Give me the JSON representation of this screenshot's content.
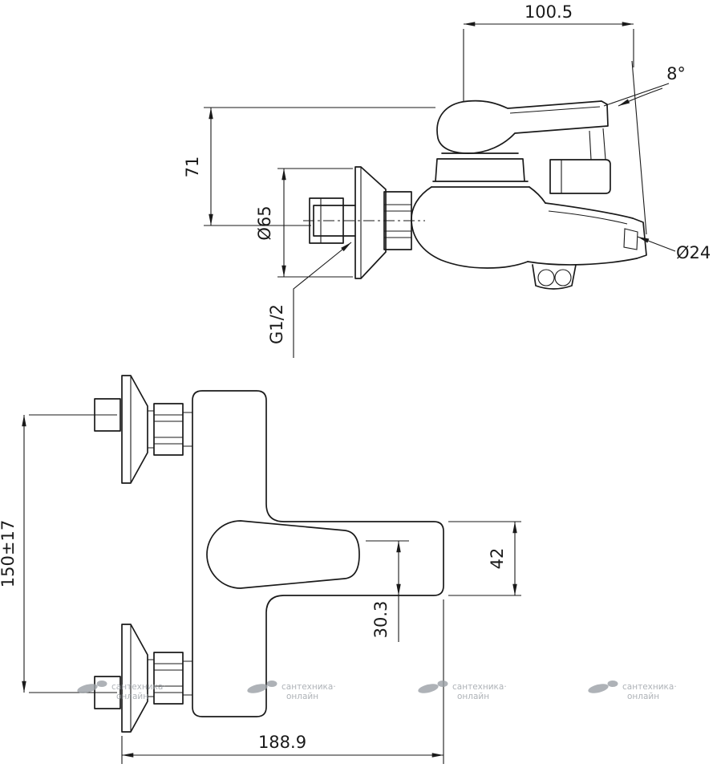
{
  "canvas": {
    "background": "#ffffff",
    "line_color": "#1a1a1a",
    "watermark_color": "#9aa0a6"
  },
  "views": {
    "side_view": {
      "dimensions": {
        "top_width": "100.5",
        "handle_angle": "8°",
        "body_height": "71",
        "escutcheon_diameter": "Ø65",
        "connection_thread": "G1/2",
        "spout_outlet_diameter": "Ø24"
      }
    },
    "front_view": {
      "dimensions": {
        "mount_centers_distance": "150±17",
        "spout_body_height": "42",
        "outlet_offset": "30.3",
        "overall_depth": "188.9"
      }
    }
  },
  "watermark": {
    "line1": "сантехника·",
    "line2": "онлайн"
  }
}
